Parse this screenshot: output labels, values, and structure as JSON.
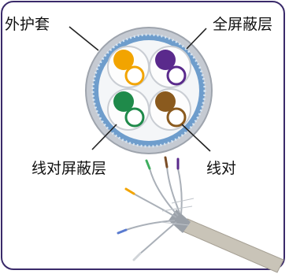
{
  "labels": {
    "outer_jacket": "外护套",
    "overall_shield": "全屏蔽层",
    "pair_shield": "线对屏蔽层",
    "wire_pair": "线对"
  },
  "colors": {
    "frame": "#3a2a6a",
    "jacket_ring": "#b7bcc4",
    "braid": "#5f8fc0",
    "pair_orange": "#f2a400",
    "pair_purple": "#5a2a8c",
    "pair_green": "#1f8a4a",
    "pair_brown": "#8a5a1e"
  }
}
